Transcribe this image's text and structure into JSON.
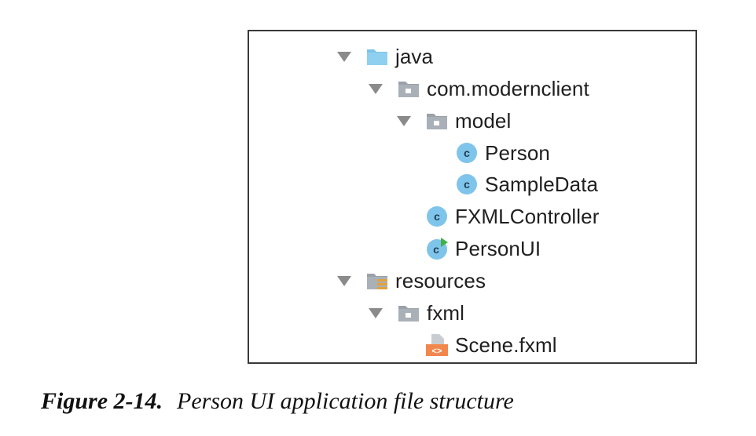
{
  "tree": [
    {
      "label": "java",
      "icon": "source-folder-icon",
      "expanded": true
    },
    {
      "label": "com.modernclient",
      "icon": "package-folder-icon",
      "expanded": true
    },
    {
      "label": "model",
      "icon": "package-folder-icon",
      "expanded": true
    },
    {
      "label": "Person",
      "icon": "class-icon"
    },
    {
      "label": "SampleData",
      "icon": "class-icon"
    },
    {
      "label": "FXMLController",
      "icon": "class-icon"
    },
    {
      "label": "PersonUI",
      "icon": "runnable-class-icon"
    },
    {
      "label": "resources",
      "icon": "resources-folder-icon",
      "expanded": true
    },
    {
      "label": "fxml",
      "icon": "package-folder-icon",
      "expanded": true
    },
    {
      "label": "Scene.fxml",
      "icon": "fxml-file-icon"
    }
  ],
  "caption": {
    "number": "Figure 2-14.",
    "text": "Person UI application file structure"
  },
  "colors": {
    "folder_blue": "#7cc3e8",
    "folder_gray": "#9aa1a8",
    "class_circle": "#7fc4ea",
    "run_arrow": "#3fb24a",
    "fxml_orange": "#f2874e",
    "resource_stripes": "#e2a13b"
  }
}
